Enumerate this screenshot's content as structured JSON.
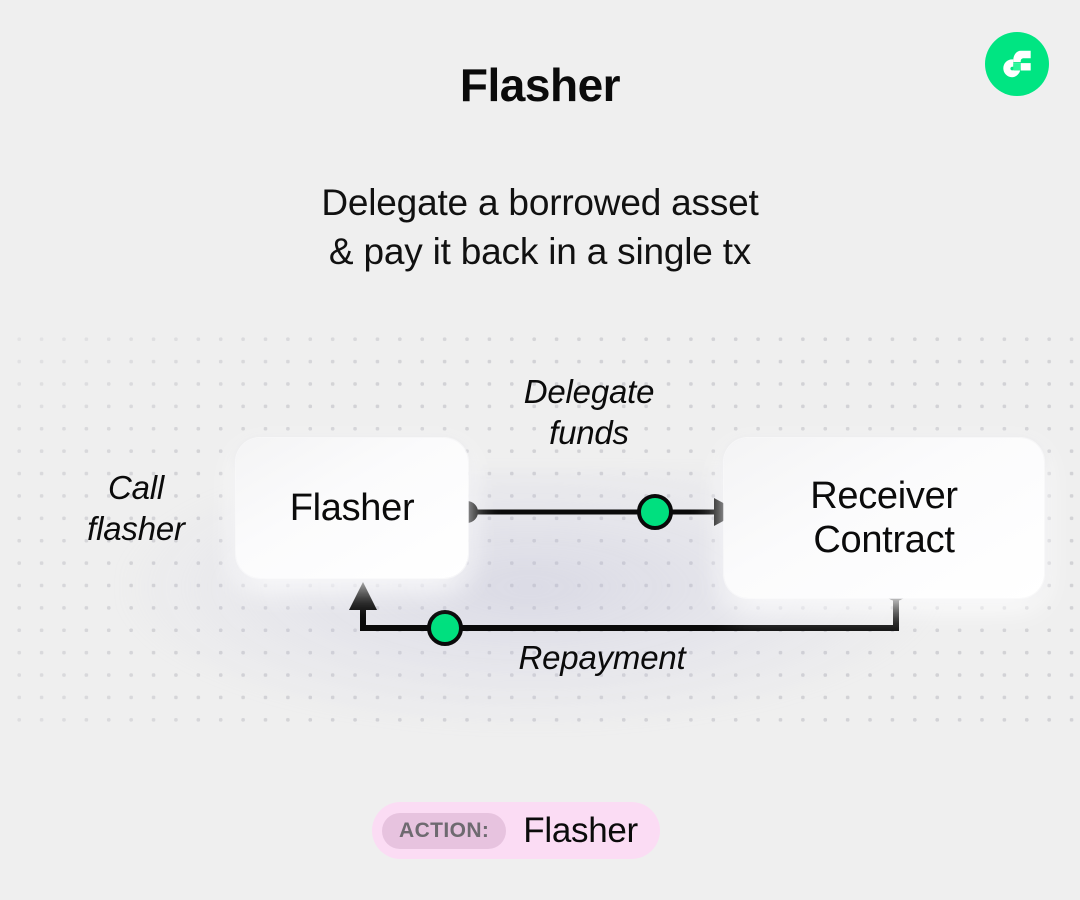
{
  "brand": {
    "logo_icon": "fluid-f-logo-icon",
    "logo_color": "#00e582"
  },
  "header": {
    "title": "Flasher",
    "subtitle_line1": "Delegate a borrowed asset",
    "subtitle_line2": "& pay it back in a single tx"
  },
  "diagram": {
    "nodes": [
      {
        "id": "flasher",
        "label": "Flasher"
      },
      {
        "id": "receiver",
        "label_line1": "Receiver",
        "label_line2": "Contract"
      }
    ],
    "labels": {
      "call_line1": "Call",
      "call_line2": "flasher",
      "delegate_line1": "Delegate",
      "delegate_line2": "funds",
      "repayment": "Repayment"
    },
    "edge_color": "#0a0a0a",
    "node_dot_color": "#00e07f",
    "connector_dot_color": "#0a0a0a"
  },
  "footer": {
    "action_label": "ACTION:",
    "action_value": "Flasher",
    "badge_color": "#fbdcf4",
    "chip_color": "#e7c3df"
  }
}
